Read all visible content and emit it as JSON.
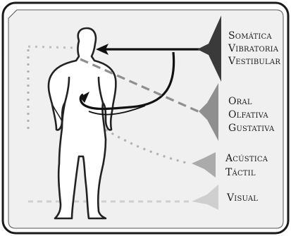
{
  "groups": [
    {
      "id": "top",
      "labels": [
        "Somática",
        "Vibratoria",
        "Vestibular"
      ],
      "color": "#3a3a3a"
    },
    {
      "id": "chem",
      "labels": [
        "Oral",
        "Olfativa",
        "Gustativa"
      ],
      "color": "#8f8f8f"
    },
    {
      "id": "sound",
      "labels": [
        "Acústica",
        "Táctil"
      ],
      "color": "#ababab"
    },
    {
      "id": "visual",
      "labels": [
        "Visual"
      ],
      "color": "#cfcfcf"
    }
  ],
  "colors": {
    "frame": "#1a1a1a",
    "panel": "#f0f0f0",
    "figure_fill": "#ffffff",
    "figure_stroke": "#222222",
    "arrow": "#111111"
  }
}
